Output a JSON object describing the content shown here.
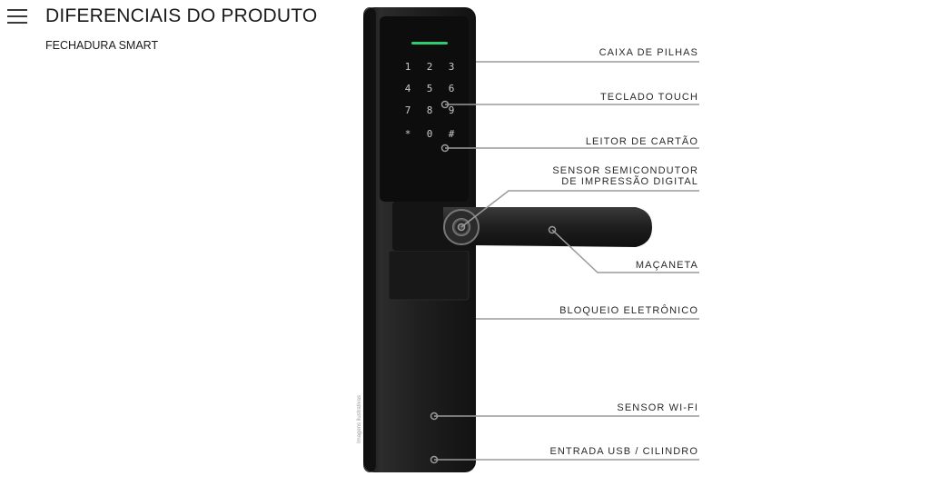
{
  "header": {
    "title": "DIFERENCIAIS DO PRODUTO",
    "subtitle": "FECHADURA SMART"
  },
  "icons": {
    "menu": "hamburger-menu-icon"
  },
  "keypad": {
    "keys": [
      "1",
      "2",
      "3",
      "4",
      "5",
      "6",
      "7",
      "8",
      "9",
      "*",
      "0",
      "#"
    ]
  },
  "disclaimer": "Imagens ilustrativas",
  "callouts": {
    "caixa_de_pilhas": "CAIXA DE PILHAS",
    "teclado_touch": "TECLADO TOUCH",
    "leitor_de_cartao": "LEITOR DE CARTÃO",
    "sensor_line1": "SENSOR SEMICONDUTOR",
    "sensor_line2": "DE IMPRESSÃO DIGITAL",
    "macaneta": "MAÇANETA",
    "bloqueio_eletronico": "BLOQUEIO ELETRÔNICO",
    "sensor_wifi": "SENSOR WI-FI",
    "entrada_usb": "ENTRADA USB / CILINDRO"
  },
  "colors": {
    "lock_body": "#1e1e1e",
    "face_plate": "#0f0f0f",
    "indicator_led": "#2ecc71",
    "callout_line": "#9a9a9a"
  }
}
